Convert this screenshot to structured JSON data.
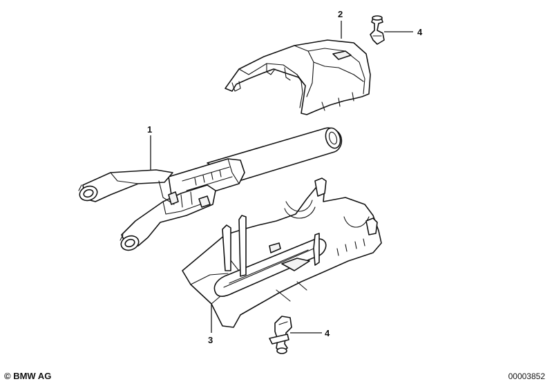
{
  "diagram": {
    "callouts": [
      {
        "id": "1",
        "label": "1"
      },
      {
        "id": "2",
        "label": "2"
      },
      {
        "id": "3",
        "label": "3"
      },
      {
        "id": "4a",
        "label": "4"
      },
      {
        "id": "4b",
        "label": "4"
      }
    ]
  },
  "footer": {
    "copyright": "© BMW AG",
    "image_number": "00003852"
  }
}
